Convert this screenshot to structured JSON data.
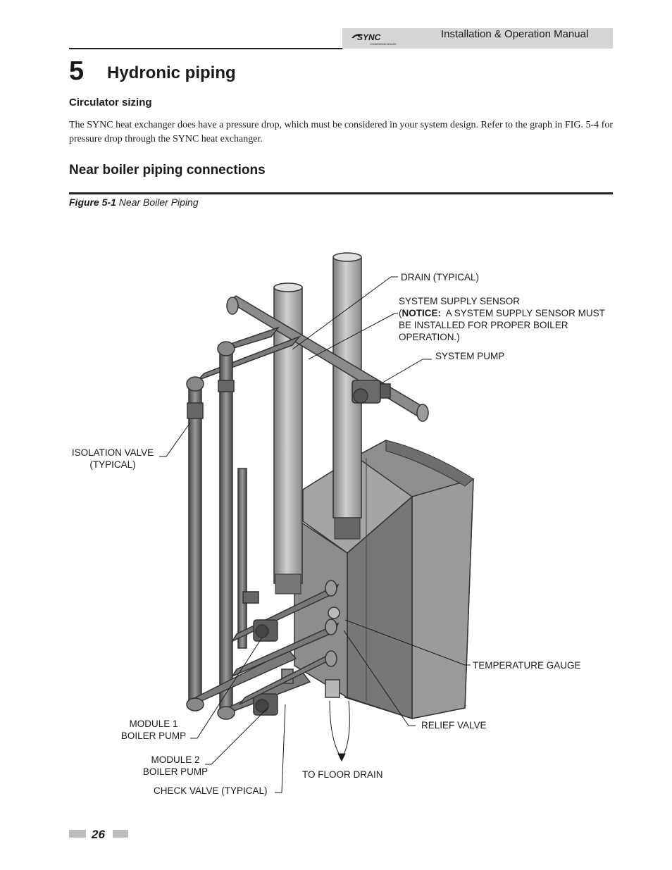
{
  "header": {
    "logo_text": "SYNC",
    "logo_subtext": "CONDENSING BOILER",
    "manual_title": "Installation & Operation Manual"
  },
  "chapter": {
    "number": "5",
    "title": "Hydronic piping"
  },
  "sections": {
    "circulator_heading": "Circulator sizing",
    "circulator_body": "The SYNC heat exchanger does have a pressure drop, which must be considered in your system design.  Refer to the graph in FIG. 5-4 for pressure drop through the SYNC heat exchanger.",
    "near_boiler_heading": "Near boiler piping connections"
  },
  "figure": {
    "number": "Figure 5-1",
    "caption": "Near Boiler Piping",
    "callouts": {
      "drain": "DRAIN (TYPICAL)",
      "sensor_line1": "SYSTEM SUPPLY SENSOR",
      "sensor_notice_label": "NOTICE:",
      "sensor_line2_rest": "  A SYSTEM SUPPLY SENSOR MUST",
      "sensor_line3": "BE INSTALLED FOR PROPER BOILER",
      "sensor_line4": "OPERATION.)",
      "system_pump": "SYSTEM PUMP",
      "isolation_line1": "ISOLATION VALVE",
      "isolation_line2": "(TYPICAL)",
      "temperature_gauge": "TEMPERATURE GAUGE",
      "module1_line1": "MODULE 1",
      "module1_line2": "BOILER PUMP",
      "relief_valve": "RELIEF VALVE",
      "module2_line1": "MODULE 2",
      "module2_line2": "BOILER PUMP",
      "floor_drain": "TO FLOOR DRAIN",
      "check_valve": "CHECK VALVE (TYPICAL)"
    }
  },
  "footer": {
    "page_number": "26"
  }
}
